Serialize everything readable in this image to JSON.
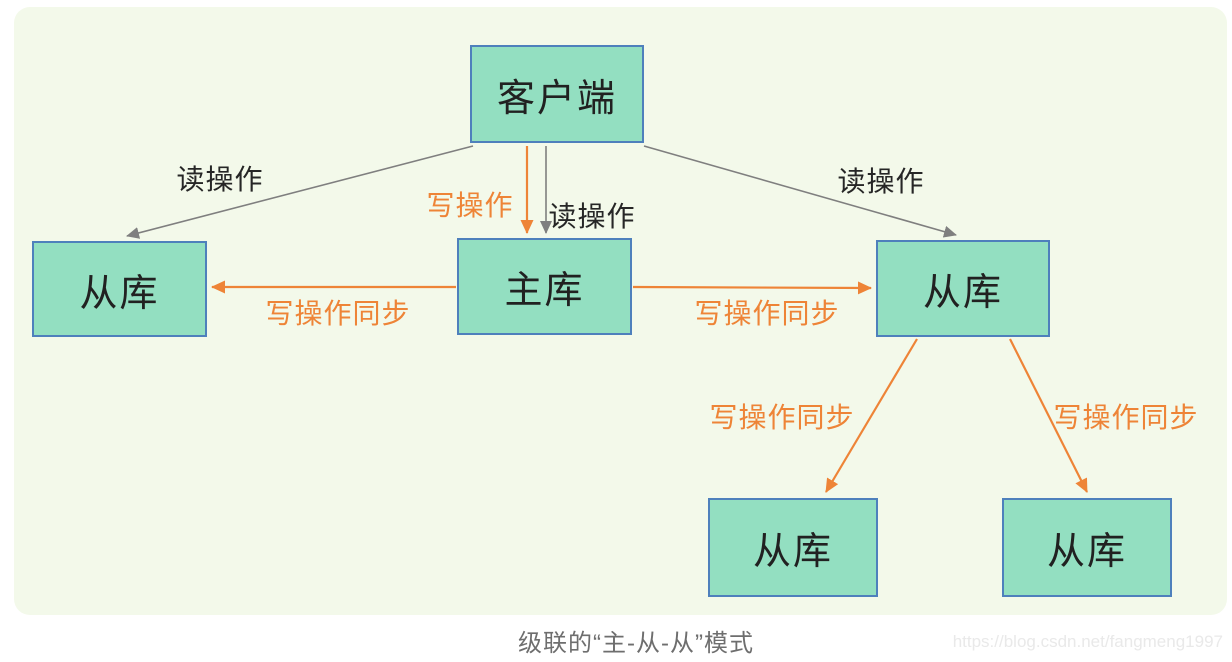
{
  "colors": {
    "panel_bg": "#f3f9ea",
    "node_fill": "#93dfc1",
    "node_border": "#4e80bc",
    "node_text": "#212121",
    "label_dark": "#262626",
    "arrow_orange": "#ee8437",
    "arrow_gray": "#7f7f7f",
    "caption_text": "#6e6e6e",
    "watermark_text": "#e9e9e9"
  },
  "nodes": {
    "client": "客户端",
    "slave_left": "从库",
    "master": "主库",
    "slave_right": "从库",
    "slave_bottom_left": "从库",
    "slave_bottom_right": "从库"
  },
  "edge_labels": {
    "read_left": "读操作",
    "write_center": "写操作",
    "read_center": "读操作",
    "read_right": "读操作",
    "sync_left": "写操作同步",
    "sync_right": "写操作同步",
    "sync_bottom_left": "写操作同步",
    "sync_bottom_right": "写操作同步"
  },
  "caption": {
    "text": "级联的“主-从-从”模式"
  },
  "watermark": {
    "text": "https://blog.csdn.net/fangmeng1997"
  }
}
